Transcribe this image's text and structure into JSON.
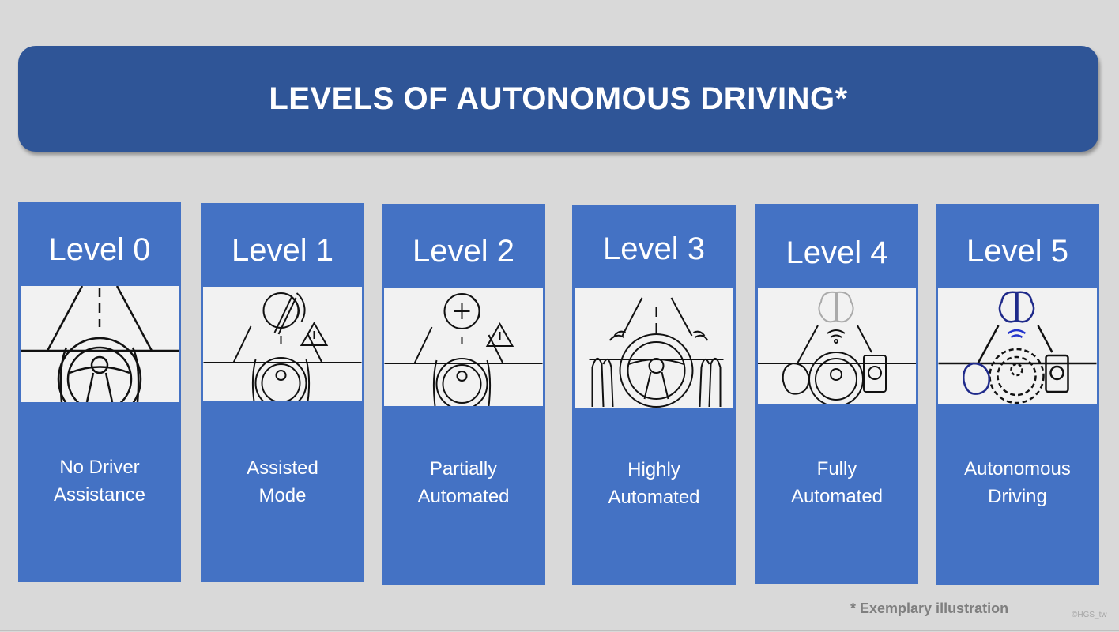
{
  "header": {
    "title": "LEVELS OF AUTONOMOUS DRIVING*"
  },
  "levels": [
    {
      "label": "Level 0",
      "desc_line1": "No Driver",
      "desc_line2": "Assistance",
      "icon": "steering-wheel-hands-on-icon"
    },
    {
      "label": "Level 1",
      "desc_line1": "Assisted",
      "desc_line2": "Mode",
      "icon": "speedometer-warning-icon"
    },
    {
      "label": "Level 2",
      "desc_line1": "Partially",
      "desc_line2": "Automated",
      "icon": "speedometer-plus-warning-icon"
    },
    {
      "label": "Level 3",
      "desc_line1": "Highly",
      "desc_line2": "Automated",
      "icon": "hands-off-steering-icon"
    },
    {
      "label": "Level 4",
      "desc_line1": "Fully",
      "desc_line2": "Automated",
      "icon": "brain-wireless-steering-icon"
    },
    {
      "label": "Level 5",
      "desc_line1": "Autonomous",
      "desc_line2": "Driving",
      "icon": "brain-wireless-dashed-steering-icon"
    }
  ],
  "footer": {
    "note": "* Exemplary illustration",
    "copyright": "©HGS_tw"
  },
  "colors": {
    "banner": "#2f5597",
    "column": "#4472c4",
    "background": "#d9d9d9",
    "icon_accent": "#1f2a8a"
  }
}
